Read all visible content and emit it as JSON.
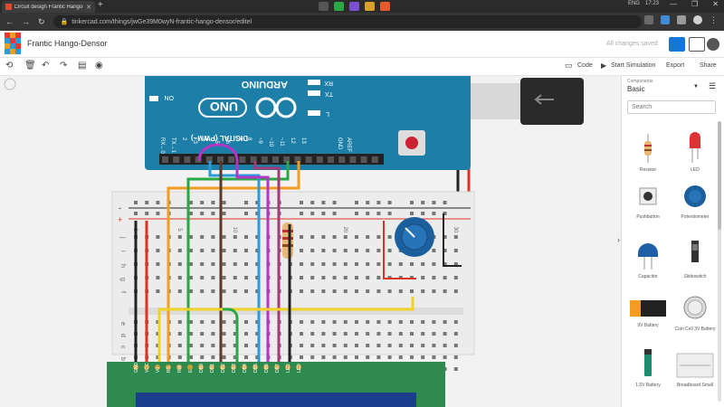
{
  "browser": {
    "tab_title": "Circuit design Frantic Hango-De",
    "url": "tinkercad.com/things/jwGe39M0wyN-frantic-hango-densor/editel",
    "new_tab": "+",
    "tray_lang": "ENG",
    "tray_time": "17:23",
    "win_controls": [
      "—",
      "❐",
      "✕"
    ]
  },
  "app": {
    "design_title": "Frantic Hango-Densor",
    "save_status": "All changes saved",
    "toolbar": {
      "code_label": "Code",
      "simulate_label": "Start Simulation",
      "export_label": "Export",
      "share_label": "Share"
    }
  },
  "panel": {
    "components_label": "Components",
    "category": "Basic",
    "search_placeholder": "Search",
    "components": [
      {
        "label": "Resistor"
      },
      {
        "label": "LED"
      },
      {
        "label": "Pushbutton"
      },
      {
        "label": "Potentiometer"
      },
      {
        "label": "Capacitor"
      },
      {
        "label": "Slideswitch"
      },
      {
        "label": "9V Battery"
      },
      {
        "label": "Coin Cell 3V Battery"
      },
      {
        "label": "1.5V Battery"
      },
      {
        "label": "Breadboard Small"
      }
    ]
  },
  "board": {
    "brand": "ARDUINO",
    "model": "UNO",
    "on_label": "ON",
    "rx_label": "RX",
    "tx_label": "TX",
    "l_label": "L",
    "digital_label": "DIGITAL (PWM~)",
    "aref": "AREF",
    "gnd": "GND",
    "pins": [
      "13",
      "12",
      "~11",
      "~10",
      "~9",
      "8",
      "7",
      "~6",
      "~5",
      "4",
      "~3",
      "2",
      "TX→1",
      "RX←0"
    ],
    "lcd_pins": [
      "GND",
      "VCC",
      "V0",
      "RS",
      "RW",
      "E",
      "DB0",
      "DB1",
      "DB2",
      "DB3",
      "DB4",
      "DB5",
      "DB6",
      "DB7",
      "LED",
      "LED"
    ],
    "bb_cols": [
      "1",
      "5",
      "10",
      "15",
      "20",
      "25",
      "30"
    ],
    "bb_rows_top": [
      "j",
      "i",
      "h",
      "g",
      "f"
    ],
    "bb_rows_bot": [
      "e",
      "d",
      "c",
      "b",
      "a"
    ],
    "plus": "+",
    "minus": "-"
  },
  "colors": {
    "accent": "#1476d6",
    "arduino": "#1d7fa8",
    "breadboard": "#ececec",
    "lcd": "#2e8a4e"
  }
}
